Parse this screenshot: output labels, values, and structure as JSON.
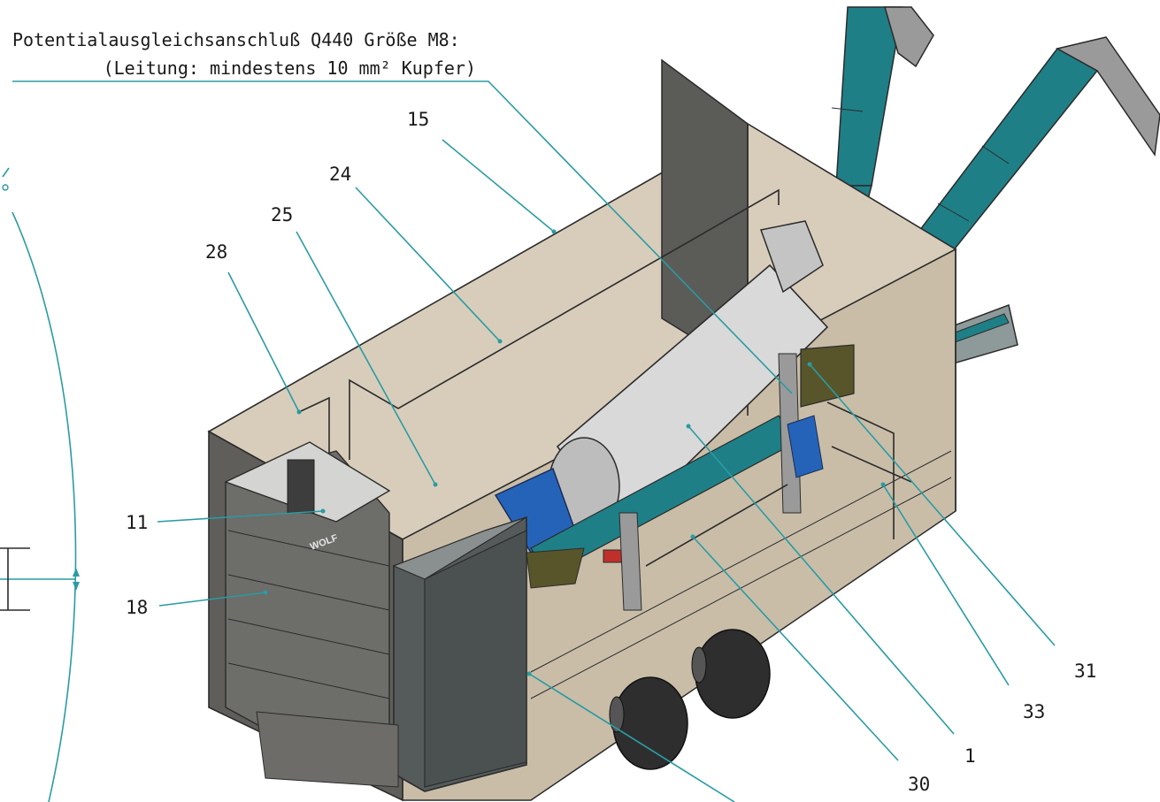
{
  "note": {
    "line1": "Potentialausgleichsanschluß Q440 Größe M8:",
    "line2": "(Leitung: mindestens 10 mm² Kupfer)"
  },
  "callouts": {
    "c15": "15",
    "c24": "24",
    "c25": "25",
    "c28": "28",
    "c11": "11",
    "c18": "18",
    "c31": "31",
    "c33": "33",
    "c1": "1",
    "c30": "30"
  },
  "brand": "WOLF",
  "colors": {
    "leader": "#2a9ba3",
    "conveyor": "#1f7f86",
    "enclosure_fill": "#d8cdbb",
    "cabinet": "#555b5b",
    "drive_blue": "#2563b8",
    "drum": "#d9d9d9",
    "wheel": "#2e2e2e",
    "olive": "#58552a"
  }
}
